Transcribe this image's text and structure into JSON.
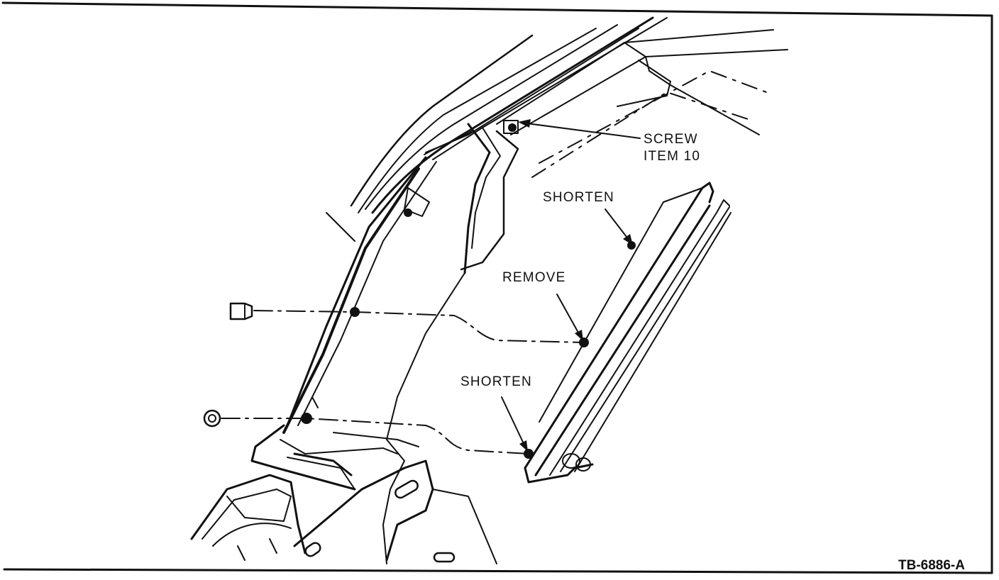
{
  "labels": {
    "screw_line1": "SCREW",
    "screw_line2": "ITEM 10",
    "shorten_top": "SHORTEN",
    "remove": "REMOVE",
    "shorten_bottom": "SHORTEN",
    "figure_code": "TB-6886-A"
  }
}
